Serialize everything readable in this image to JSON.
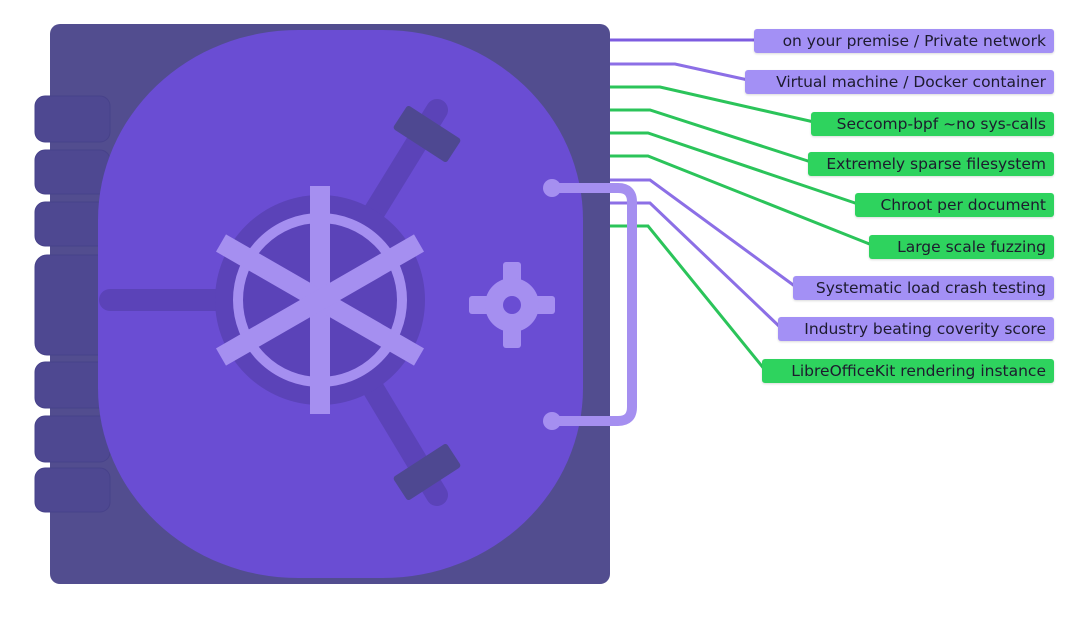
{
  "colors": {
    "vault_body": "#524d8f",
    "vault_door": "#6a4dd3",
    "vault_hinge": "#4e4891",
    "vault_accent": "#a58ff0",
    "vault_shadow": "#5b43b8",
    "label_purple": "#a390f5",
    "label_green": "#2ed35e",
    "line_purple": "#8c6fe6",
    "line_green": "#2bc45a"
  },
  "labels": [
    {
      "text": "on your premise / Private network",
      "color": "purple"
    },
    {
      "text": "Virtual machine / Docker container",
      "color": "purple"
    },
    {
      "text": "Seccomp-bpf ~no sys-calls",
      "color": "green"
    },
    {
      "text": "Extremely sparse filesystem",
      "color": "green"
    },
    {
      "text": "Chroot per document",
      "color": "green"
    },
    {
      "text": "Large scale fuzzing",
      "color": "green"
    },
    {
      "text": "Systematic load crash testing",
      "color": "purple"
    },
    {
      "text": "Industry beating coverity score",
      "color": "purple"
    },
    {
      "text": "LibreOfficeKit rendering instance",
      "color": "green"
    }
  ]
}
